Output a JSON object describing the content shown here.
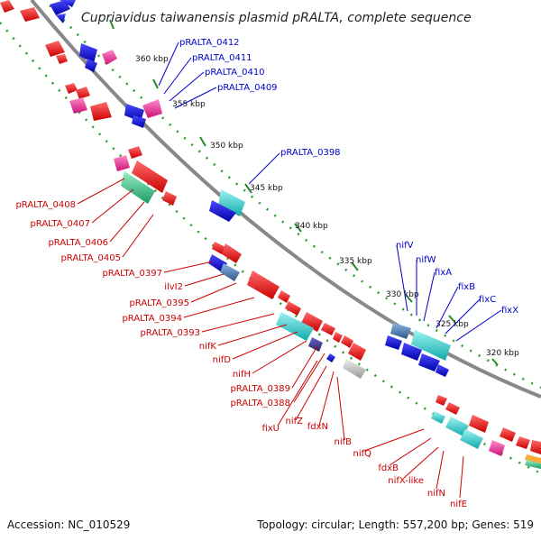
{
  "title": "Cupriavidus taiwanensis plasmid pRALTA, complete sequence",
  "footer": {
    "accession": "Accession: NC_010529",
    "topology": "Topology: circular; Length: 557,200 bp; Genes: 519"
  },
  "colors": {
    "forward_label": "#0000cc",
    "reverse_label": "#cc0000",
    "backbone": "#888888",
    "dots": "#2a9a2a",
    "gene_red": "#ee1111",
    "gene_blue": "#1111dd",
    "gene_cyan": "#22cccc",
    "gene_pink": "#ee3399",
    "gene_green": "#33cc88",
    "gene_gray": "#bbbbbb",
    "gene_navy": "#333399",
    "gene_steel": "#4a7ab0"
  },
  "ticks": [
    "360 kbp",
    "355 kbp",
    "350 kbp",
    "345 kbp",
    "340 kbp",
    "335 kbp",
    "330 kbp",
    "325 kbp",
    "320 kbp"
  ],
  "forward_labels": [
    "pRALTA_0412",
    "pRALTA_0411",
    "pRALTA_0410",
    "pRALTA_0409",
    "pRALTA_0398",
    "nifV",
    "nifW",
    "fixA",
    "fixB",
    "fixC",
    "fixX"
  ],
  "reverse_labels": [
    "pRALTA_0408",
    "pRALTA_0407",
    "pRALTA_0406",
    "pRALTA_0405",
    "pRALTA_0397",
    "ilvI2",
    "pRALTA_0395",
    "pRALTA_0394",
    "pRALTA_0393",
    "nifK",
    "nifD",
    "nifH",
    "pRALTA_0389",
    "pRALTA_0388",
    "fixU",
    "nifZ",
    "fdxN",
    "nifB",
    "nifQ",
    "fdxB",
    "nifX-like",
    "nifN",
    "nifE"
  ]
}
